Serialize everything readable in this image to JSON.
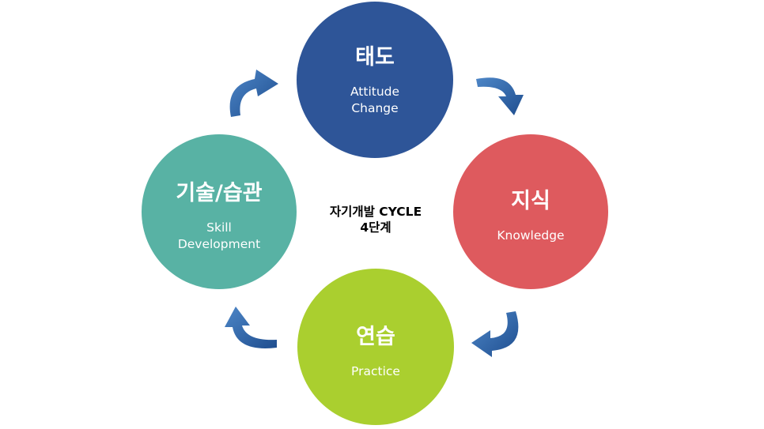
{
  "diagram": {
    "center": {
      "line1": "자기개발 CYCLE",
      "line2": "4단계"
    },
    "nodes": [
      {
        "id": "attitude",
        "title": "태도",
        "subtitle_lines": [
          "Attitude",
          "Change"
        ],
        "color": "#2E5598"
      },
      {
        "id": "knowledge",
        "title": "지식",
        "subtitle_lines": [
          "Knowledge"
        ],
        "color": "#DE5A5E"
      },
      {
        "id": "practice",
        "title": "연습",
        "subtitle_lines": [
          "Practice"
        ],
        "color": "#AACF2F"
      },
      {
        "id": "skill",
        "title": "기술/습관",
        "subtitle_lines": [
          "Skill",
          "Development"
        ],
        "color": "#58B2A4"
      }
    ],
    "arrow_color": "#2E64AE"
  }
}
